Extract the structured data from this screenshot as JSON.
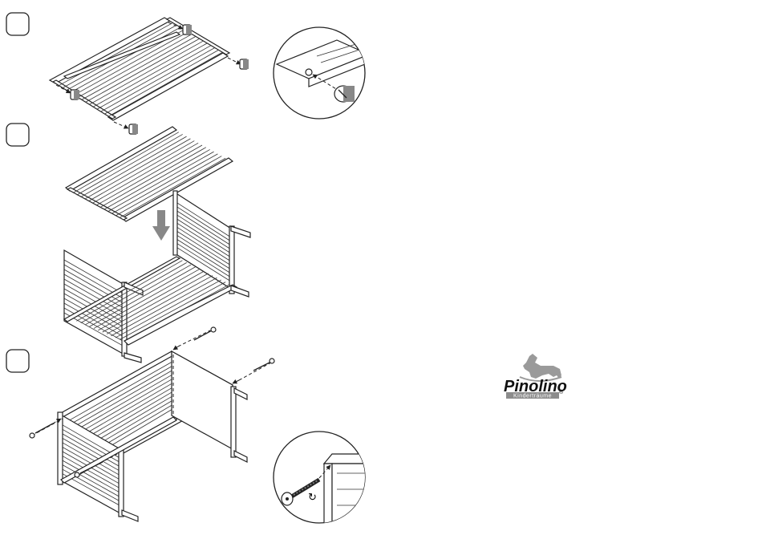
{
  "steps": [
    {
      "number": "",
      "label": "step-1"
    },
    {
      "number": "",
      "label": "step-2"
    },
    {
      "number": "",
      "label": "step-3"
    }
  ],
  "brand": {
    "name": "Pinolino",
    "tagline": "Kinderträume",
    "registered": "®",
    "logo_icon": "rocking-horse-icon",
    "horse_color": "#9a9a9a",
    "tagline_bg": "#8c8c8c"
  },
  "detail_rotation_hint": "↻",
  "colors": {
    "line": "#222222",
    "background": "#ffffff",
    "dowel": "#8a8a8a"
  }
}
